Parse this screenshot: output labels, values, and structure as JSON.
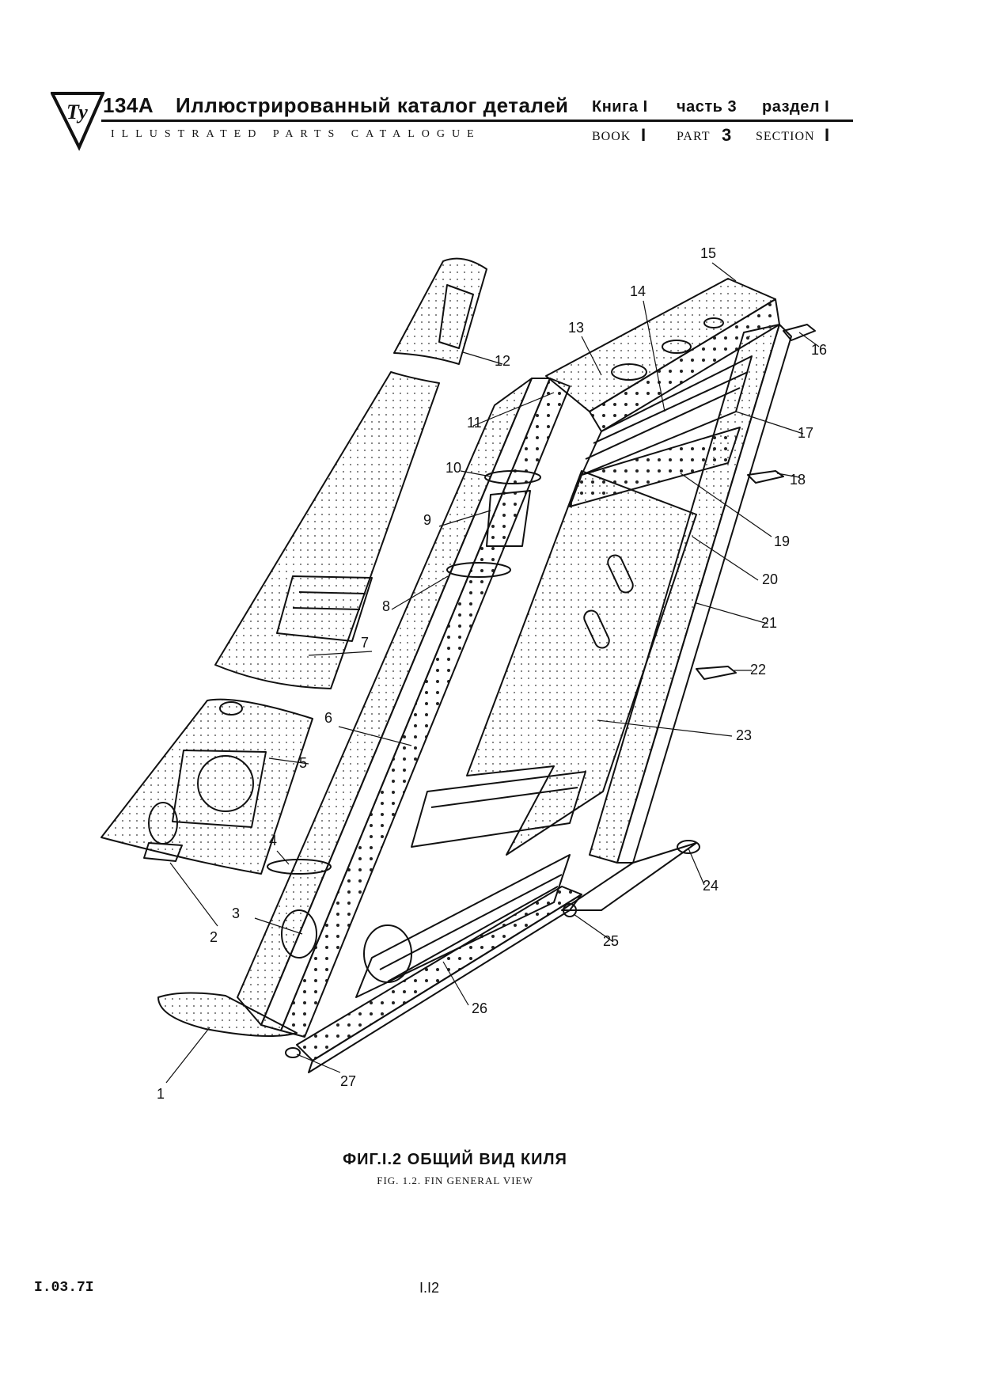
{
  "header": {
    "logo_text": "Ту",
    "model": "134A",
    "title_ru": "Иллюстрированный каталог деталей",
    "book_ru": "Книга I",
    "part_ru": "часть 3",
    "section_ru": "раздел I",
    "title_en": "ILLUSTRATED PARTS CATALOGUE",
    "book_en_label": "BOOK",
    "book_en_num": "I",
    "part_en_label": "PART",
    "part_en_num": "3",
    "section_en_label": "SECTION",
    "section_en_num": "I"
  },
  "callouts": [
    "1",
    "2",
    "3",
    "4",
    "5",
    "6",
    "7",
    "8",
    "9",
    "10",
    "11",
    "12",
    "13",
    "14",
    "15",
    "16",
    "17",
    "18",
    "19",
    "20",
    "21",
    "22",
    "23",
    "24",
    "25",
    "26",
    "27"
  ],
  "caption": {
    "ru": "ФИГ.I.2  ОБЩИЙ  ВИД  КИЛЯ",
    "en": "FIG. 1.2. FIN GENERAL VIEW"
  },
  "footer": {
    "date": "I.03.7I",
    "page": "I.I2"
  }
}
